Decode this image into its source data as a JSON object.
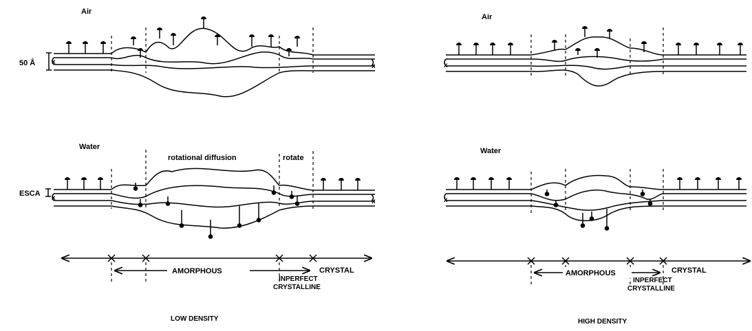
{
  "colors": {
    "ink": "#000000",
    "background": "#ffffff"
  },
  "labels": {
    "air_left": "Air",
    "air_right": "Air",
    "water_left": "Water",
    "water_right": "Water",
    "thickness": "50 Å",
    "esca": "ESCA",
    "rotational_diffusion": "rotational diffusion",
    "rotate": "rotate",
    "amorphous_left": "AMORPHOUS",
    "amorphous_right": "AMORPHOUS",
    "crystal_left": "CRYSTAL",
    "crystal_right": "CRYSTAL",
    "imperfect_left": "INPERFECT",
    "crystalline_left": "CRYSTALLINE",
    "imperfect_right": "INPERFECT",
    "crystalline_right": "CRYSTALLINE",
    "end_mark": "x",
    "low_density": "LOW DENSITY",
    "high_density": "HIGH DENSITY"
  },
  "icons": {
    "surface_group": "lollipop-pin-icon",
    "dimension": "i-beam-bracket-icon"
  }
}
